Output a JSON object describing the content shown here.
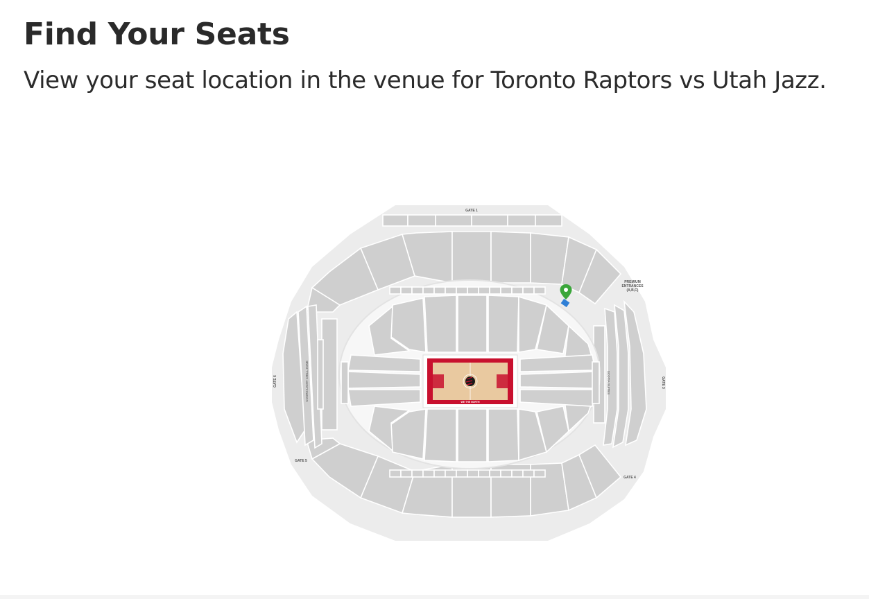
{
  "page": {
    "title": "Find Your Seats",
    "subtitle": "View your seat location in the venue for Toronto Raptors vs Utah Jazz."
  },
  "venue_map": {
    "labels": {
      "gate_1": "GATE 1",
      "gate_3": "GATE 3",
      "gate_4": "GATE 4",
      "gate_5": "GATE 5",
      "gate_6": "GATE 6",
      "premium_line1": "PREMIUM",
      "premium_line2": "ENTRANCES",
      "premium_line3": "(A,B,C)",
      "chill_zone": "COORS LIGHT CHILL ZONE",
      "suites": "SCOTIA SUITES",
      "court_baseline": "WE THE NORTH"
    },
    "court_logo": "raptors-claw-icon",
    "marker": {
      "icon": "map-pin-icon",
      "color": "#3aa63a",
      "seat_color": "#2f7fd6"
    },
    "colors": {
      "section": "#cfcfcf",
      "concourse": "#ececec",
      "court_red": "#c8102e",
      "court_wood": "#e9c9a0"
    }
  }
}
